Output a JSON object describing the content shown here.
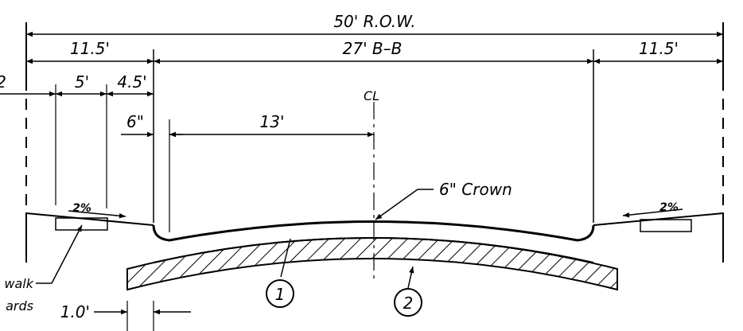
{
  "dimensions": {
    "row": "50' R.O.W.",
    "left_parkway": "11.5'",
    "bb": "27' B–B",
    "right_parkway": "11.5'",
    "left_clip": "2",
    "sidewalk": "5'",
    "gap": "4.5'",
    "curb": "6\"",
    "half_width": "13'",
    "depth": "1.0'"
  },
  "labels": {
    "centerline": "CL",
    "crown": "6\" Crown",
    "slope_left": "2%",
    "slope_right": "2%",
    "callout_1": "1",
    "callout_2": "2",
    "sidewalk_line1": "walk",
    "sidewalk_line2": "ards"
  }
}
